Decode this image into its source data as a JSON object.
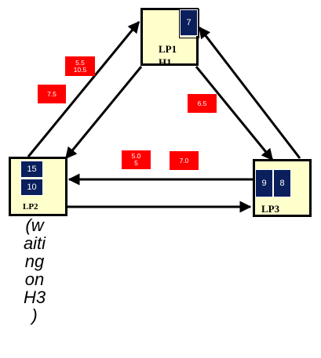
{
  "nodes": {
    "top": {
      "label_line1": "LP1",
      "label_line2": "H1",
      "tokens": [
        "7"
      ]
    },
    "left": {
      "label": "LP2",
      "tokens": [
        "15",
        "10"
      ]
    },
    "right": {
      "label": "LP3",
      "tokens": [
        "9",
        "8"
      ]
    }
  },
  "tags": {
    "top_left_line1": "5.5",
    "top_left_line2": "10.5",
    "left_mid": "7.5",
    "top_right": "6.5",
    "bottom_left_line1": "5.0",
    "bottom_left_line2": "5",
    "bottom_right": "7.0"
  },
  "note_lines": [
    "(w",
    "aiti",
    "ng",
    "on",
    "H3",
    ")"
  ],
  "colors": {
    "node_fill": "#ffffcc",
    "token_fill": "#0a1f5c",
    "tag_fill": "#ff0000",
    "line": "#000000"
  }
}
